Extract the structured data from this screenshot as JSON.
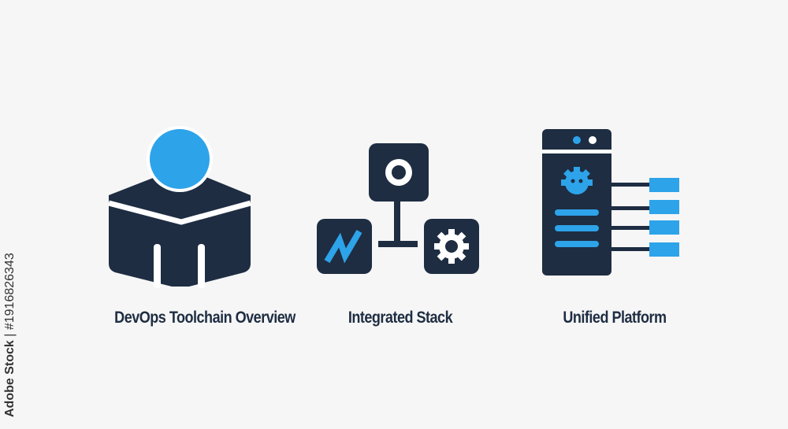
{
  "colors": {
    "background": "#f6f6f6",
    "navy": "#1e2d42",
    "blue": "#2da3ea"
  },
  "icons": [
    {
      "name": "devops-toolchain-icon",
      "caption": "DevOps Toolchain Overview"
    },
    {
      "name": "integrated-stack-icon",
      "caption": "Integrated Stack"
    },
    {
      "name": "unified-platform-icon",
      "caption": "Unified Platform"
    }
  ],
  "watermark": {
    "brand": "Adobe Stock",
    "separator": "|",
    "id": "#1916826343"
  }
}
